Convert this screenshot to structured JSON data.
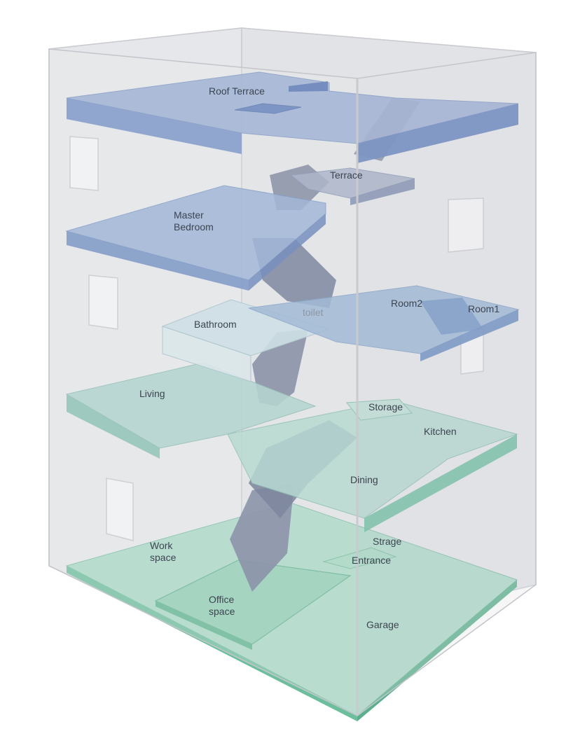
{
  "colors": {
    "building_fill": "#e4e5e8",
    "building_edge": "#c7c9ce",
    "roof_slab": "#8ea4cf",
    "roof_slab_side": "#5d79b6",
    "upper_slab": "#8ea6d2",
    "upper_slab_side": "#6180bb",
    "stair": "#5f6986",
    "mid_slab": "#9ec2ce",
    "living_slab": "#a9cfc8",
    "living_slab_side": "#6fb3a2",
    "ground_slab": "#a8d8c4",
    "ground_slab_side": "#62b895",
    "label_text": "#3c4450"
  },
  "labels": {
    "roof_terrace": "Roof Terrace",
    "terrace": "Terrace",
    "master_bedroom_1": "Master",
    "master_bedroom_2": "Bedroom",
    "toilet": "toilet",
    "room2": "Room2",
    "room1": "Room1",
    "bathroom": "Bathroom",
    "living": "Living",
    "storage": "Storage",
    "kitchen": "Kitchen",
    "dining": "Dining",
    "work_space_1": "Work",
    "work_space_2": "space",
    "strage": "Strage",
    "entrance": "Entrance",
    "office_space_1": "Office",
    "office_space_2": "space",
    "garage": "Garage"
  }
}
